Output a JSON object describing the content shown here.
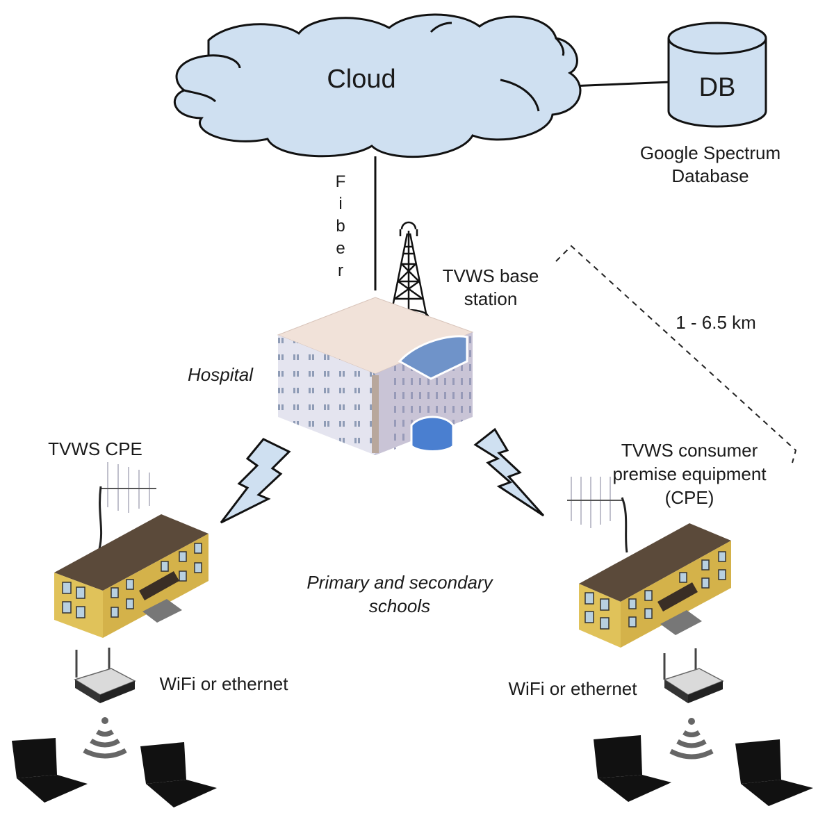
{
  "diagram": {
    "title": "TVWS hospital-school network",
    "colors": {
      "cloud_fill": "#cfe0f1",
      "bolt_fill": "#cfe0f1",
      "outline": "#111111",
      "hospital_wall": "#e9dcd9",
      "hospital_roof": "#f1e2d9",
      "school_wall": "#e0c25a",
      "school_roof": "#5b4a3a",
      "laptop": "#111111",
      "router": "#dadada"
    },
    "nodes": {
      "cloud": {
        "label": "Cloud"
      },
      "database": {
        "label": "DB",
        "caption_line1": "Google Spectrum",
        "caption_line2": "Database"
      },
      "fiber": {
        "letters": [
          "F",
          "i",
          "b",
          "e",
          "r"
        ]
      },
      "base_station": {
        "line1": "TVWS base",
        "line2": "station"
      },
      "hospital": {
        "label": "Hospital"
      },
      "distance": {
        "label": "1 - 6.5 km"
      },
      "left_cpe": {
        "label": "TVWS CPE"
      },
      "right_cpe": {
        "line1": "TVWS consumer",
        "line2": "premise equipment",
        "line3": "(CPE)"
      },
      "schools": {
        "line1": "Primary and secondary",
        "line2": "schools"
      },
      "left_wifi": {
        "label": "WiFi or ethernet"
      },
      "right_wifi": {
        "label": "WiFi or ethernet"
      }
    }
  }
}
